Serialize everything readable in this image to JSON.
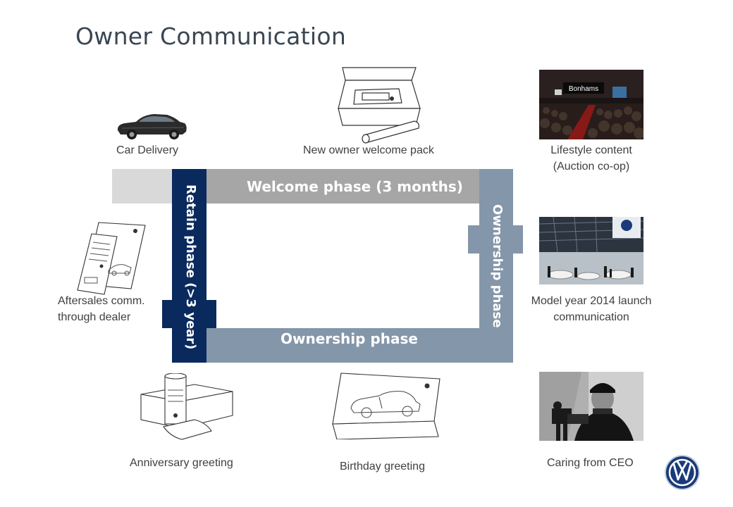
{
  "title": "Owner Communication",
  "labels": {
    "car_delivery": "Car Delivery",
    "welcome_pack": "New owner welcome pack",
    "lifestyle_line1": "Lifestyle content",
    "lifestyle_line2": "(Auction co-op)",
    "aftersales_line1": "Aftersales comm.",
    "aftersales_line2": "through dealer",
    "model_year_line1": "Model year 2014 launch",
    "model_year_line2": "communication",
    "anniversary": "Anniversary greeting",
    "birthday": "Birthday greeting",
    "ceo": "Caring from CEO"
  },
  "phases": {
    "welcome": "Welcome phase (3 months)",
    "ownership_bottom": "Ownership phase",
    "ownership_right": "Ownership phase",
    "retain": "Retain  phase (>3 year)"
  },
  "image_text": {
    "auction_sign": "Bonhams"
  },
  "colors": {
    "welcome_light": "#d9d9d9",
    "welcome_gray": "#a6a6a6",
    "ownership_gray": "#8496a9",
    "retain_navy": "#0a2a5e",
    "vw_blue": "#1a3a7a"
  }
}
